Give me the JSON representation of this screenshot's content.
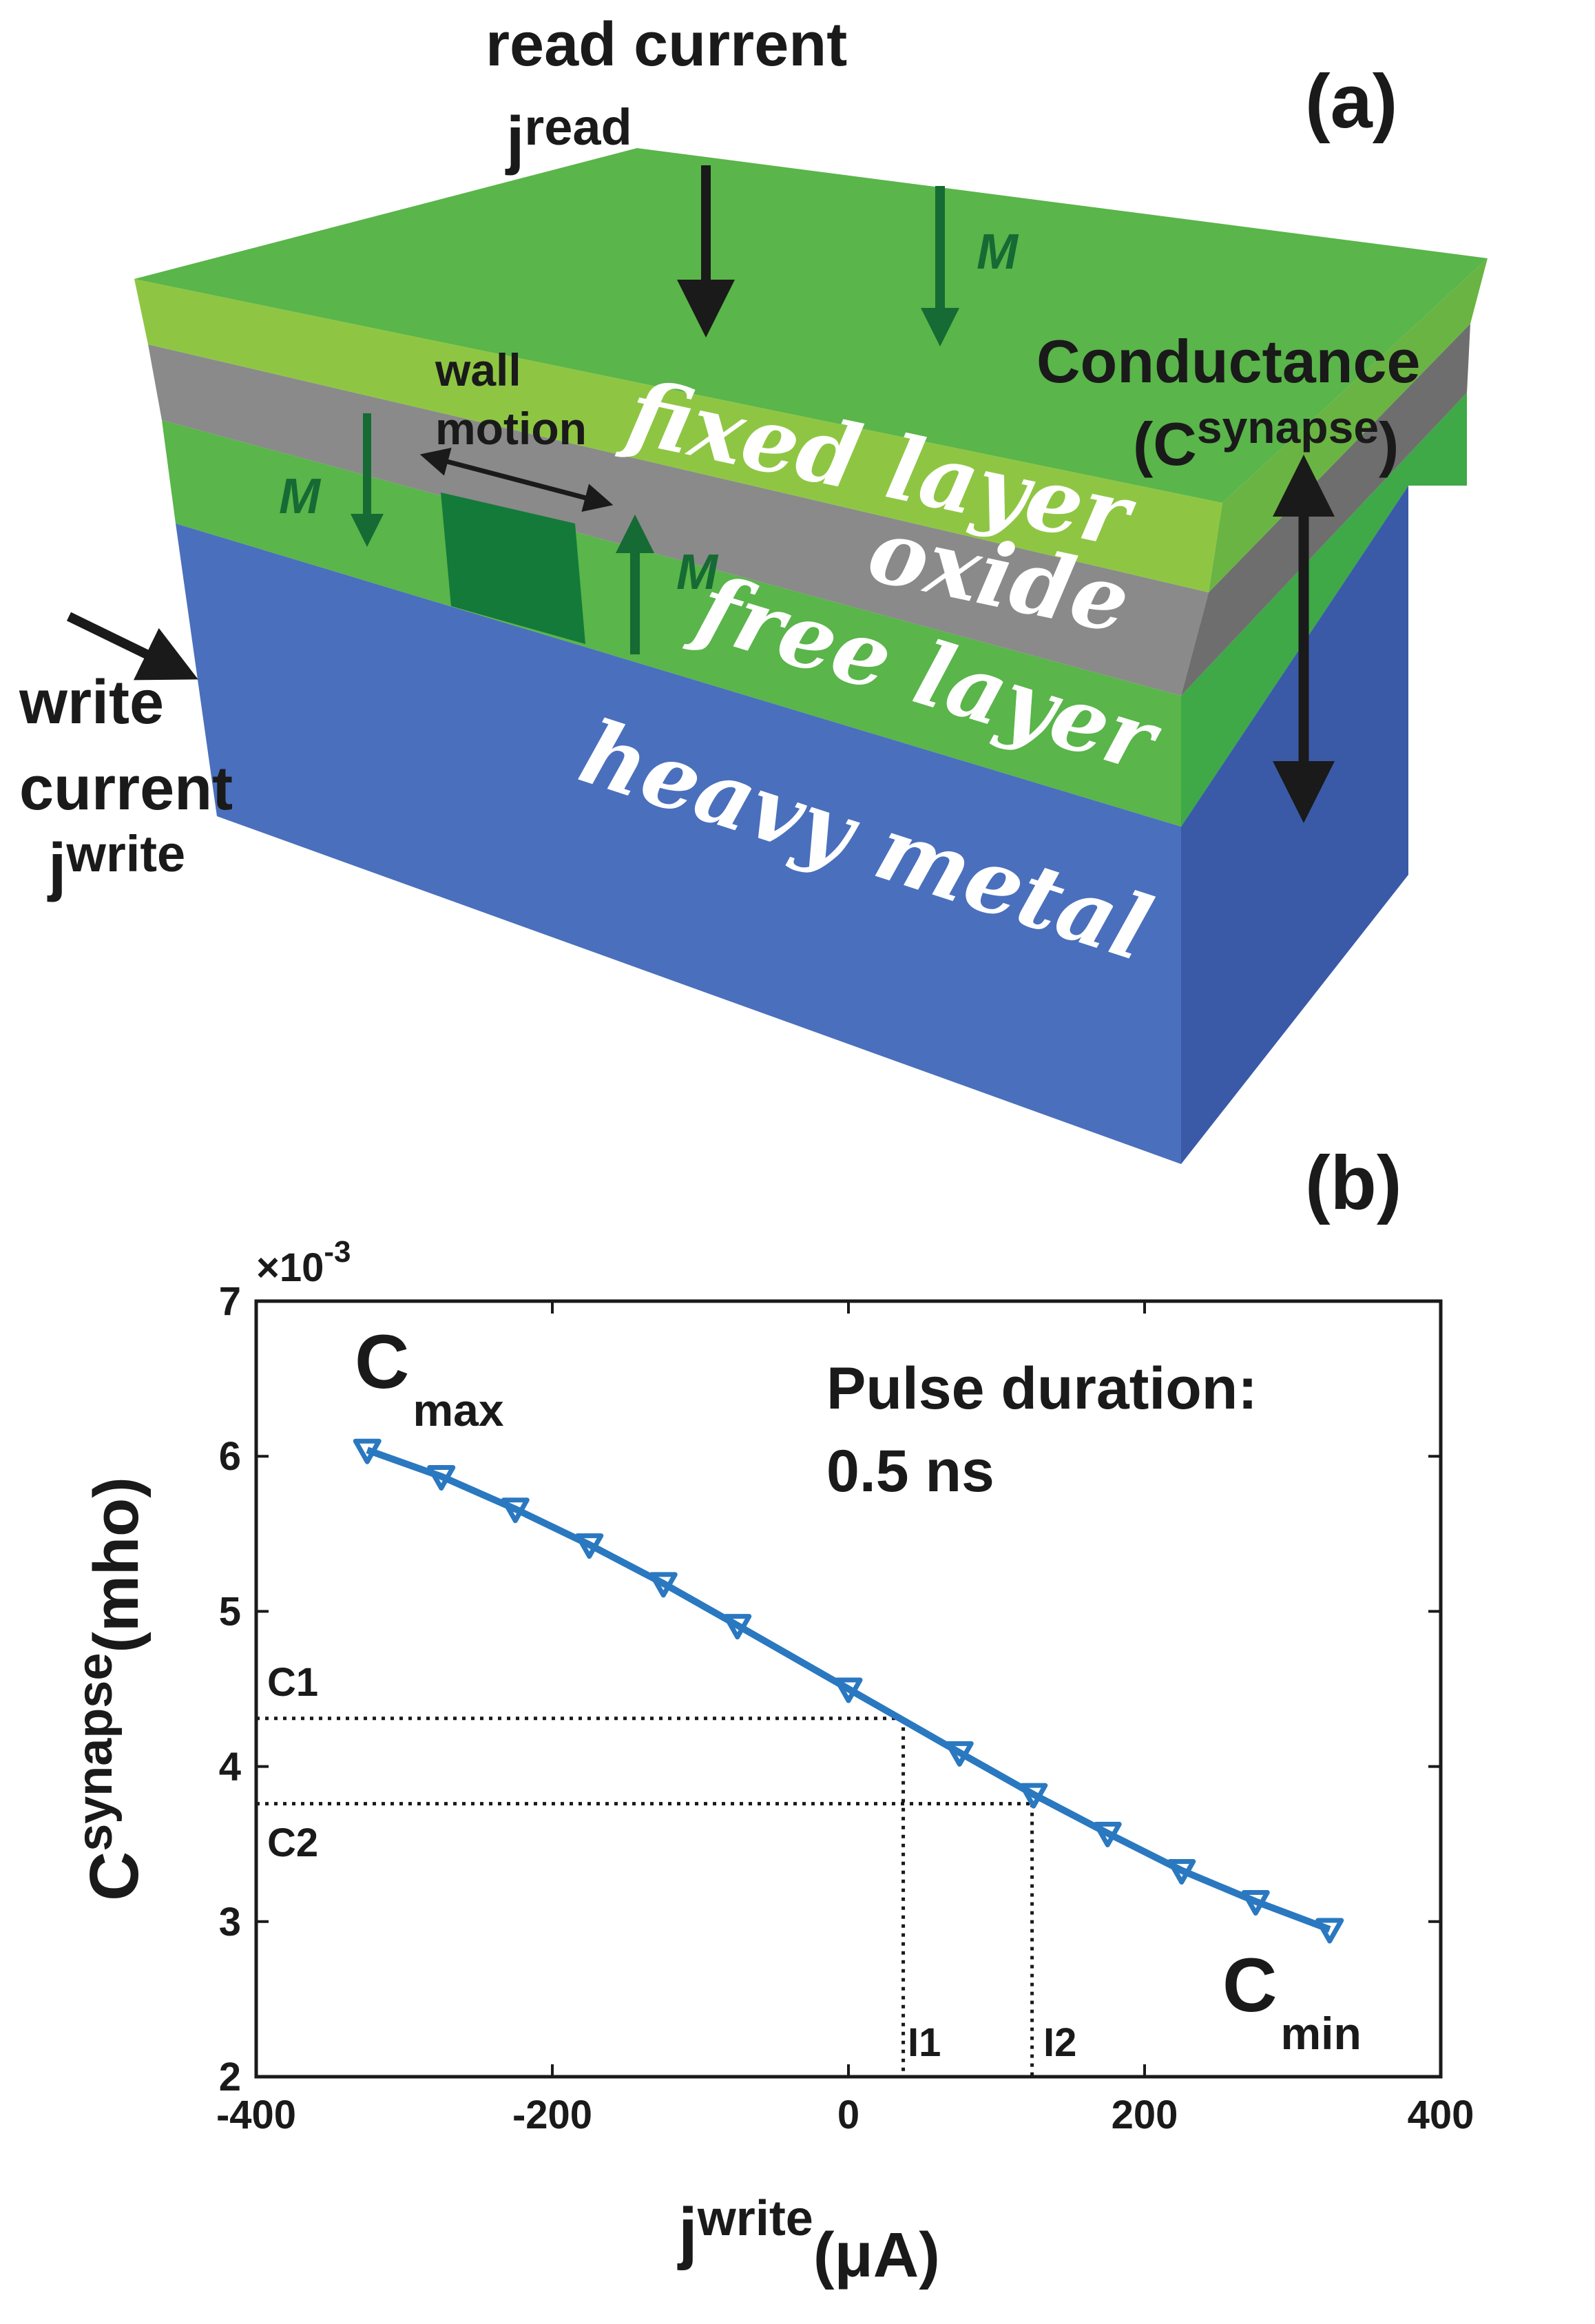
{
  "panel_a": {
    "panel_label": "(a)",
    "read_current": "read current",
    "read_current_symbol": "j",
    "read_current_sup": "read",
    "write_line1": "write",
    "write_line2": "current",
    "write_symbol": "j",
    "write_sup": "write",
    "wall_line1": "wall",
    "wall_line2": "motion",
    "conductance": "Conductance",
    "conductance_open": "(C",
    "conductance_sup": "synapse",
    "conductance_close": ")",
    "moment_label": "M",
    "layers": {
      "fixed": "fixed layer",
      "oxide": "oxide",
      "free": "free layer",
      "heavy": "heavy metal"
    },
    "colors": {
      "top_face": "#5ab54a",
      "fixed_front": "#8ec643",
      "oxide": "#8a8a8a",
      "free_front": "#5ab54a",
      "metal_front": "#4a6fbd",
      "metal_side": "#3a5aa8",
      "domain": "#137a3a",
      "moment_arrow": "#156b33"
    }
  },
  "panel_b": {
    "panel_label": "(b)",
    "exponent_label": "×10",
    "exponent_sup": "-3",
    "pulse_line1": "Pulse duration:",
    "pulse_line2": "0.5 ns",
    "cmax_main": "C",
    "cmax_sub": "max",
    "cmin_main": "C",
    "cmin_sub": "min",
    "c1": "C1",
    "c2": "C2",
    "i1": "I1",
    "i2": "I2",
    "ylabel_main": "C",
    "ylabel_sup": "synapse",
    "ylabel_unit": "(mho)",
    "xlabel_main": "j",
    "xlabel_sup": "write",
    "xlabel_unit": "(μA)"
  },
  "chart_data": {
    "type": "line",
    "xlim": [
      -400,
      400
    ],
    "ylim": [
      2,
      7
    ],
    "y_scale_factor": 0.001,
    "xticks": [
      -400,
      -200,
      0,
      200,
      400
    ],
    "yticks": [
      2,
      3,
      4,
      5,
      6,
      7
    ],
    "series": [
      {
        "color": "#2a78c0",
        "marker": "triangle-down",
        "x": [
          -325,
          -275,
          -225,
          -175,
          -125,
          -75,
          0,
          75,
          125,
          175,
          225,
          275,
          325
        ],
        "y": [
          6.04,
          5.87,
          5.66,
          5.43,
          5.18,
          4.91,
          4.5,
          4.09,
          3.82,
          3.57,
          3.33,
          3.13,
          2.95
        ]
      }
    ],
    "reference_lines": {
      "C1": {
        "y": 4.31,
        "x": 37
      },
      "C2": {
        "y": 3.76,
        "x": 124
      }
    }
  }
}
